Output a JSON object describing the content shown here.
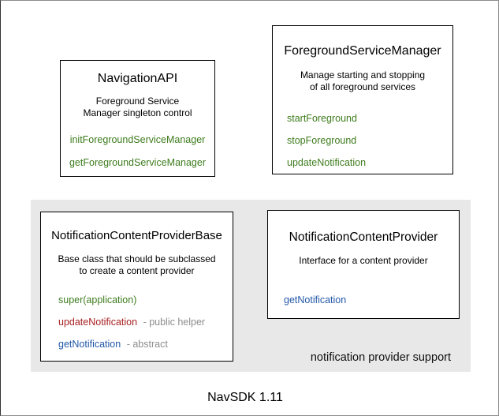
{
  "diagram": {
    "caption": "NavSDK 1.11",
    "group": {
      "label": "notification provider support",
      "bg_color": "#e8e8e8"
    },
    "colors": {
      "method_green": "#3e7c1e",
      "method_red": "#a92123",
      "method_blue": "#2257a8",
      "annotation_gray": "#8d8d8d",
      "box_border": "#000000"
    },
    "boxes": [
      {
        "title": "NavigationAPI",
        "description": [
          "Foreground Service",
          "Manager singleton control"
        ],
        "methods": [
          {
            "label": "initForegroundServiceManager",
            "color": "green"
          },
          {
            "label": "getForegroundServiceManager",
            "color": "green"
          }
        ]
      },
      {
        "title": "ForegroundServiceManager",
        "description": [
          "Manage starting and stopping",
          "of all foreground services"
        ],
        "methods": [
          {
            "label": "startForeground",
            "color": "green"
          },
          {
            "label": "stopForeground",
            "color": "green"
          },
          {
            "label": "updateNotification",
            "color": "green"
          }
        ]
      },
      {
        "title": "NotificationContentProviderBase",
        "description": [
          "Base class that should be subclassed",
          "to create a content provider"
        ],
        "methods": [
          {
            "label": "super(application)",
            "color": "green",
            "suffix": ""
          },
          {
            "label": "updateNotification",
            "color": "red",
            "suffix": "- public helper"
          },
          {
            "label": "getNotification",
            "color": "blue",
            "suffix": "- abstract"
          }
        ]
      },
      {
        "title": "NotificationContentProvider",
        "description": [
          "Interface for a content provider"
        ],
        "methods": [
          {
            "label": "getNotification",
            "color": "blue"
          }
        ]
      }
    ]
  }
}
